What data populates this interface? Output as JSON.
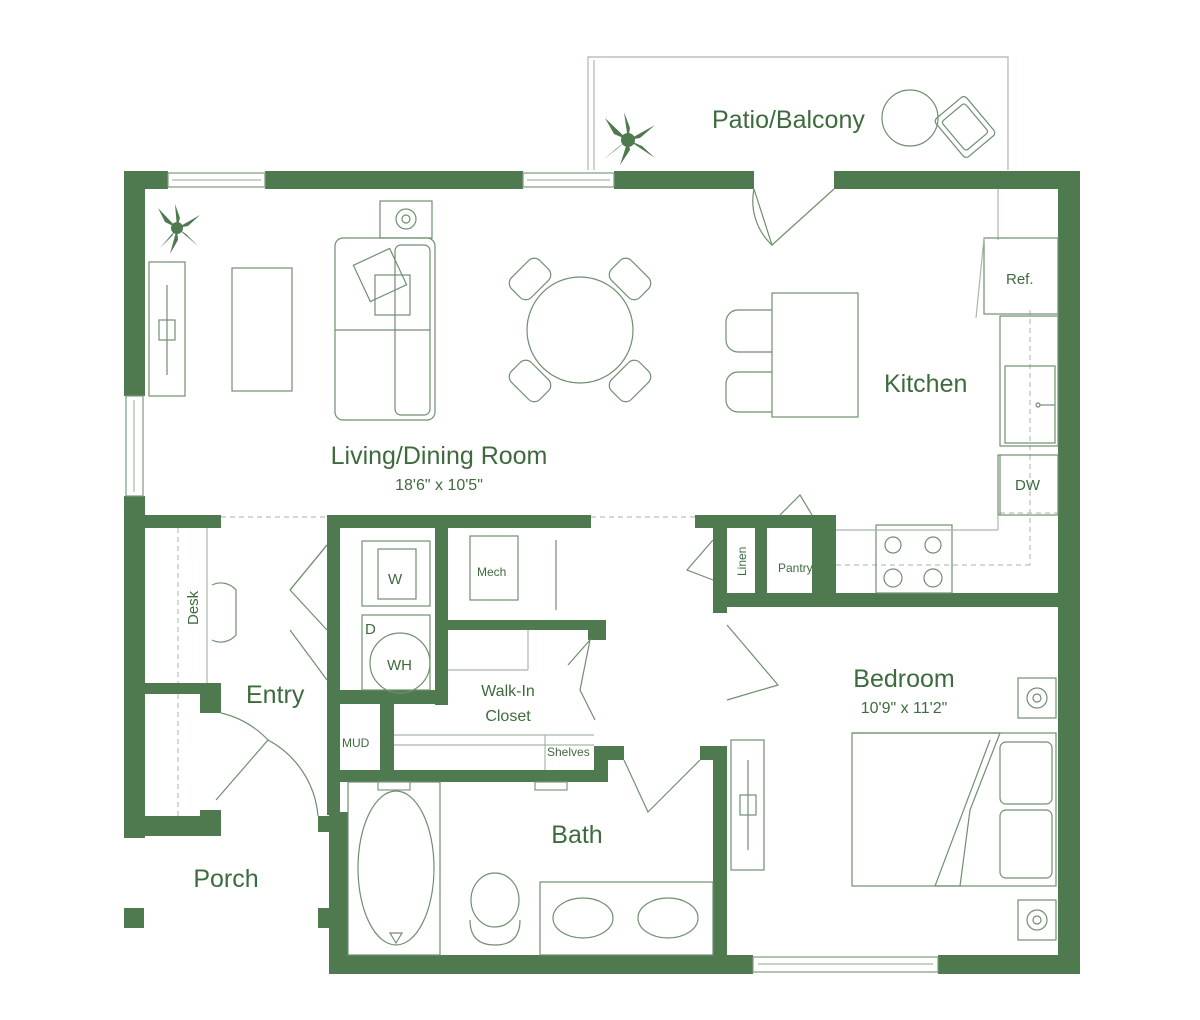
{
  "rooms": {
    "patio": "Patio/Balcony",
    "living": "Living/Dining Room",
    "living_dim": "18'6\" x 10'5\"",
    "kitchen": "Kitchen",
    "bedroom": "Bedroom",
    "bedroom_dim": "10'9\" x 11'2\"",
    "entry": "Entry",
    "walkin_1": "Walk-In",
    "walkin_2": "Closet",
    "bath": "Bath",
    "porch": "Porch"
  },
  "fixtures": {
    "ref": "Ref.",
    "dw": "DW",
    "linen": "Linen",
    "pantry": "Pantry",
    "mech": "Mech",
    "washer": "W",
    "dryer": "D",
    "water_heater": "WH",
    "desk": "Desk",
    "mud": "MUD",
    "shelves": "Shelves"
  },
  "colors": {
    "wall": "#4f7a4f",
    "text": "#3e6b3e"
  }
}
